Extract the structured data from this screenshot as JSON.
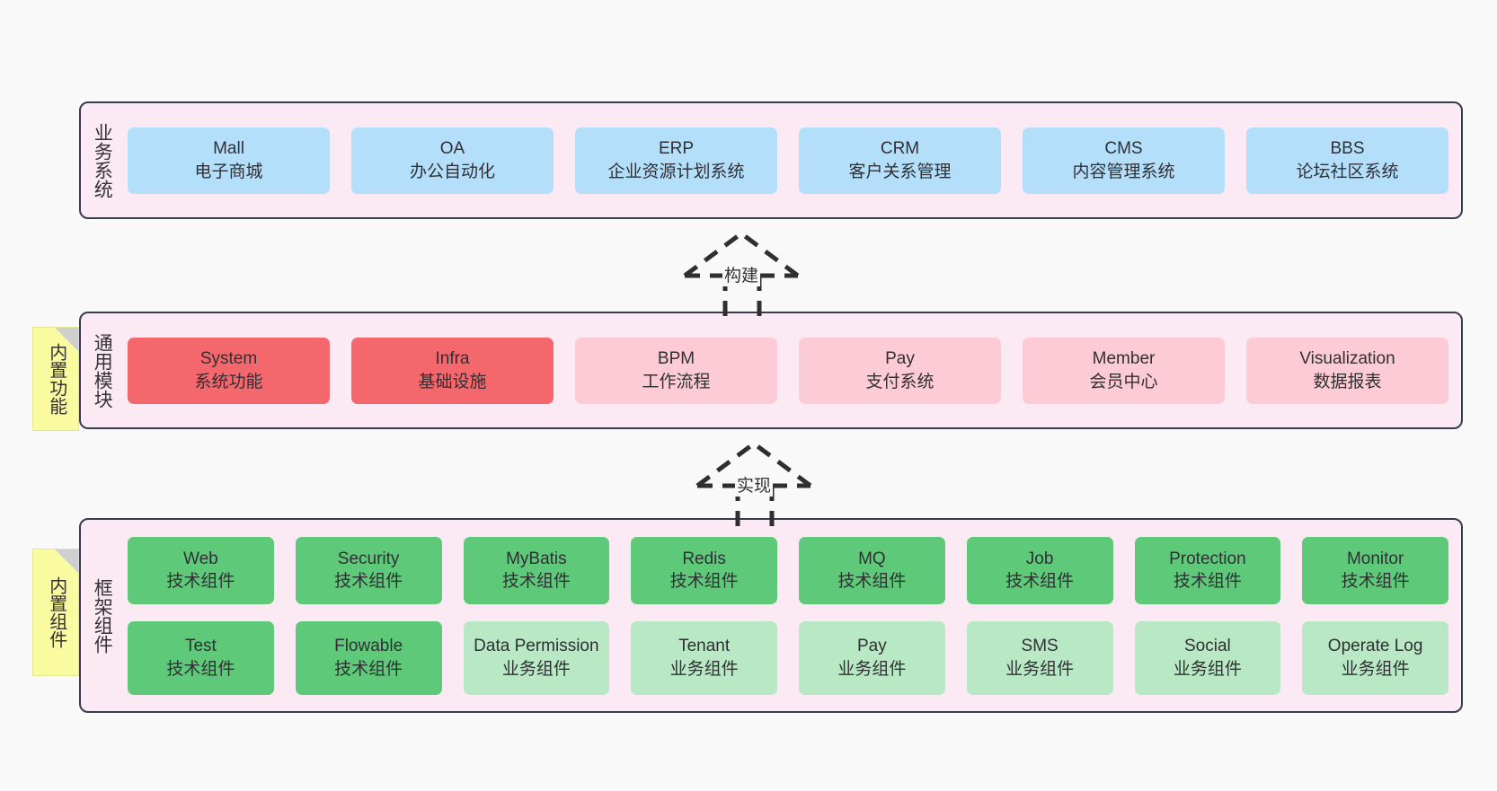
{
  "diagram": {
    "title": "",
    "background_color": "#f9f9f9",
    "band_fill": "#fbeaf4",
    "band_border": "#3b3b4f",
    "sticky_color": "#fafaa0"
  },
  "sections": [
    {
      "key": "business",
      "title": "业务系统",
      "sticky": null,
      "rows": [
        {
          "cards": [
            {
              "name": "Mall",
              "desc": "电子商城",
              "color": "#b4dffb",
              "variant": "c-blue"
            },
            {
              "name": "OA",
              "desc": "办公自动化",
              "color": "#b4dffb",
              "variant": "c-blue"
            },
            {
              "name": "ERP",
              "desc": "企业资源计划系统",
              "color": "#b4dffb",
              "variant": "c-blue"
            },
            {
              "name": "CRM",
              "desc": "客户关系管理",
              "color": "#b4dffb",
              "variant": "c-blue"
            },
            {
              "name": "CMS",
              "desc": "内容管理系统",
              "color": "#b4dffb",
              "variant": "c-blue"
            },
            {
              "name": "BBS",
              "desc": "论坛社区系统",
              "color": "#b4dffb",
              "variant": "c-blue"
            }
          ]
        }
      ]
    },
    {
      "key": "common",
      "title": "通用模块",
      "sticky": "内置功能",
      "rows": [
        {
          "cards": [
            {
              "name": "System",
              "desc": "系统功能",
              "color": "#f4676d",
              "variant": "c-red"
            },
            {
              "name": "Infra",
              "desc": "基础设施",
              "color": "#f4676d",
              "variant": "c-red"
            },
            {
              "name": "BPM",
              "desc": "工作流程",
              "color": "#fccbd5",
              "variant": "c-pink"
            },
            {
              "name": "Pay",
              "desc": "支付系统",
              "color": "#fccbd5",
              "variant": "c-pink"
            },
            {
              "name": "Member",
              "desc": "会员中心",
              "color": "#fccbd5",
              "variant": "c-pink"
            },
            {
              "name": "Visualization",
              "desc": "数据报表",
              "color": "#fccbd5",
              "variant": "c-pink"
            }
          ]
        }
      ]
    },
    {
      "key": "framework",
      "title": "框架组件",
      "sticky": "内置组件",
      "rows": [
        {
          "cards": [
            {
              "name": "Web",
              "desc": "技术组件",
              "color": "#5fc97a",
              "variant": "c-green"
            },
            {
              "name": "Security",
              "desc": "技术组件",
              "color": "#5fc97a",
              "variant": "c-green"
            },
            {
              "name": "MyBatis",
              "desc": "技术组件",
              "color": "#5fc97a",
              "variant": "c-green"
            },
            {
              "name": "Redis",
              "desc": "技术组件",
              "color": "#5fc97a",
              "variant": "c-green"
            },
            {
              "name": "MQ",
              "desc": "技术组件",
              "color": "#5fc97a",
              "variant": "c-green"
            },
            {
              "name": "Job",
              "desc": "技术组件",
              "color": "#5fc97a",
              "variant": "c-green"
            },
            {
              "name": "Protection",
              "desc": "技术组件",
              "color": "#5fc97a",
              "variant": "c-green"
            },
            {
              "name": "Monitor",
              "desc": "技术组件",
              "color": "#5fc97a",
              "variant": "c-green"
            }
          ]
        },
        {
          "cards": [
            {
              "name": "Test",
              "desc": "技术组件",
              "color": "#5fc97a",
              "variant": "c-green"
            },
            {
              "name": "Flowable",
              "desc": "技术组件",
              "color": "#5fc97a",
              "variant": "c-green"
            },
            {
              "name": "Data Permission",
              "desc": "业务组件",
              "color": "#b9e8c4",
              "variant": "c-green-light"
            },
            {
              "name": "Tenant",
              "desc": "业务组件",
              "color": "#b9e8c4",
              "variant": "c-green-light"
            },
            {
              "name": "Pay",
              "desc": "业务组件",
              "color": "#b9e8c4",
              "variant": "c-green-light"
            },
            {
              "name": "SMS",
              "desc": "业务组件",
              "color": "#b9e8c4",
              "variant": "c-green-light"
            },
            {
              "name": "Social",
              "desc": "业务组件",
              "color": "#b9e8c4",
              "variant": "c-green-light"
            },
            {
              "name": "Operate Log",
              "desc": "业务组件",
              "color": "#b9e8c4",
              "variant": "c-green-light"
            }
          ]
        }
      ]
    }
  ],
  "connectors": [
    {
      "key": "build",
      "label": "构建",
      "from": "common",
      "to": "business",
      "style": "dashed-hollow-arrow-up"
    },
    {
      "key": "implement",
      "label": "实现",
      "from": "framework",
      "to": "common",
      "style": "dashed-hollow-arrow-up"
    }
  ]
}
